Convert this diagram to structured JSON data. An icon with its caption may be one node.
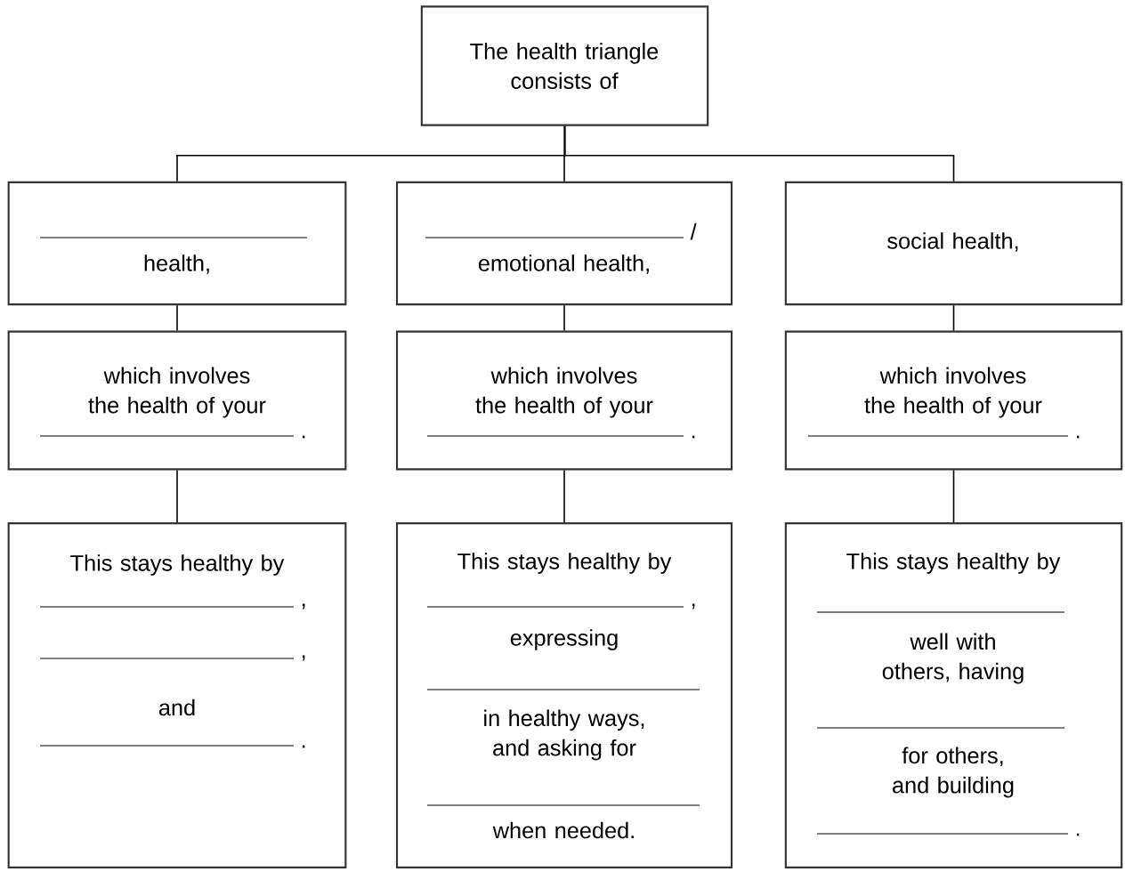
{
  "diagram": {
    "nodes": [
      {
        "text": [
          "The health triangle consists of"
        ]
      },
      {
        "text": [
          "health,"
        ]
      },
      {
        "text": [
          "/",
          "emotional health,"
        ]
      },
      {
        "text": [
          "social health,"
        ]
      },
      {
        "text": [
          "which involves the health of your",
          "."
        ]
      },
      {
        "text": [
          "which involves the health of your",
          "."
        ]
      },
      {
        "text": [
          "which involves the health of your",
          "."
        ]
      },
      {
        "text": [
          "This stays healthy by",
          ",",
          ",",
          "and",
          "."
        ]
      },
      {
        "text": [
          "This stays healthy by",
          ",",
          "expressing",
          "in healthy ways, and asking for",
          "when needed."
        ]
      },
      {
        "text": [
          "This stays healthy by",
          "well with others, having",
          "for others, and building",
          "."
        ]
      }
    ],
    "edges": [
      {
        "from": 0,
        "to": 1,
        "arrow": "none"
      },
      {
        "from": 0,
        "to": 2,
        "arrow": "none"
      },
      {
        "from": 0,
        "to": 3,
        "arrow": "none"
      },
      {
        "from": 1,
        "to": 4,
        "arrow": "none"
      },
      {
        "from": 2,
        "to": 5,
        "arrow": "none"
      },
      {
        "from": 3,
        "to": 6,
        "arrow": "none"
      },
      {
        "from": 4,
        "to": 7,
        "arrow": "none"
      },
      {
        "from": 5,
        "to": 8,
        "arrow": "none"
      },
      {
        "from": 6,
        "to": 9,
        "arrow": "none"
      }
    ]
  }
}
